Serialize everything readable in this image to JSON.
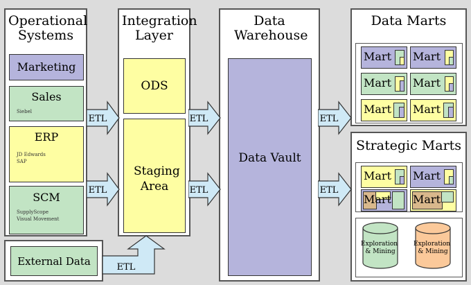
{
  "colors": {
    "lavender": "#b5b4dc",
    "green": "#c2e4c4",
    "yellow": "#fefea2",
    "arrow": "#cfe9f6",
    "tan": "#d9b88c",
    "orange": "#fbc99a"
  },
  "operational": {
    "title": "Operational Systems",
    "marketing": "Marketing",
    "sales": "Sales",
    "sales_sub": "Siebel",
    "erp": "ERP",
    "erp_sub1": "JD Edwards",
    "erp_sub2": "SAP",
    "scm": "SCM",
    "scm_sub1": "SupplyScope",
    "scm_sub2": "Visual Movement"
  },
  "external_data": "External Data",
  "integration": {
    "title": "Integration Layer",
    "ods": "ODS",
    "staging": "Staging Area"
  },
  "warehouse": {
    "title": "Data Warehouse",
    "vault": "Data Vault"
  },
  "data_marts": {
    "title": "Data Marts",
    "mart_label": "Mart"
  },
  "strategic_marts": {
    "title": "Strategic Marts",
    "mart_label": "Mart",
    "exploration": "Exploration & Mining"
  },
  "etl": "ETL"
}
